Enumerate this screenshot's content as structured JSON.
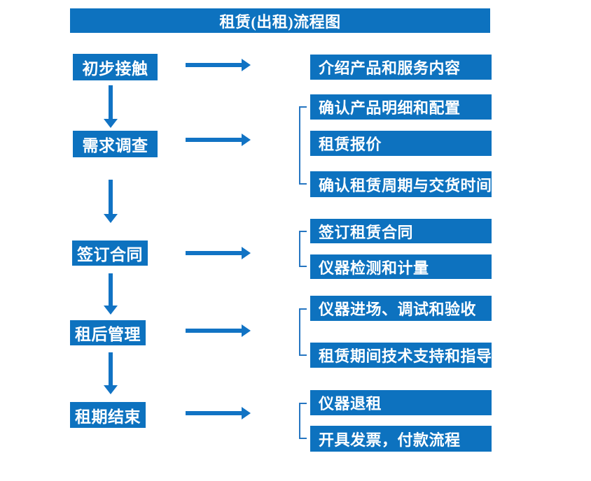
{
  "title": "租赁(出租)流程图",
  "colors": {
    "box_blue": "#0d72bf",
    "arrow_blue": "#1173c4",
    "bracket_blue": "#2676c1",
    "text_white": "#ffffff"
  },
  "steps": [
    {
      "label": "初步接触",
      "details": [
        "介绍产品和服务内容"
      ]
    },
    {
      "label": "需求调查",
      "details": [
        "确认产品明细和配置",
        "租赁报价",
        "确认租赁周期与交货时间"
      ]
    },
    {
      "label": "签订合同",
      "details": [
        "签订租赁合同",
        "仪器检测和计量"
      ]
    },
    {
      "label": "租后管理",
      "details": [
        "仪器进场、调试和验收",
        "租赁期间技术支持和指导"
      ]
    },
    {
      "label": "租期结束",
      "details": [
        "仪器退租",
        "开具发票，付款流程"
      ]
    }
  ]
}
